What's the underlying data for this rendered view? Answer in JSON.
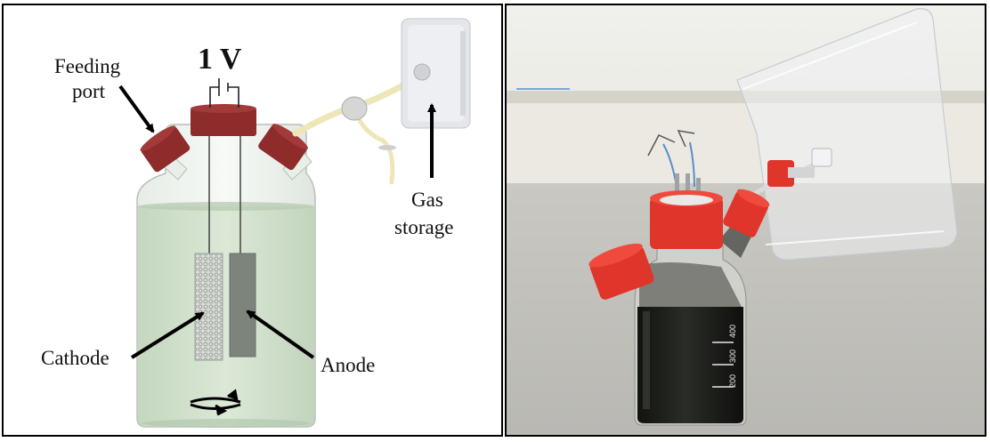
{
  "left_panel": {
    "voltage_label": "1 V",
    "feeding_port_line1": "Feeding",
    "feeding_port_line2": "port",
    "gas_storage_line1": "Gas",
    "gas_storage_line2": "storage",
    "cathode_label": "Cathode",
    "anode_label": "Anode"
  },
  "right_panel": {
    "bottle_markings": [
      "400",
      "300",
      "200"
    ]
  },
  "colors": {
    "cap_red": "#8e2b2b",
    "liquid": "#cfe0c9",
    "photo_cap_red": "#e0352b",
    "photo_liquid": "#1c1e1a"
  }
}
